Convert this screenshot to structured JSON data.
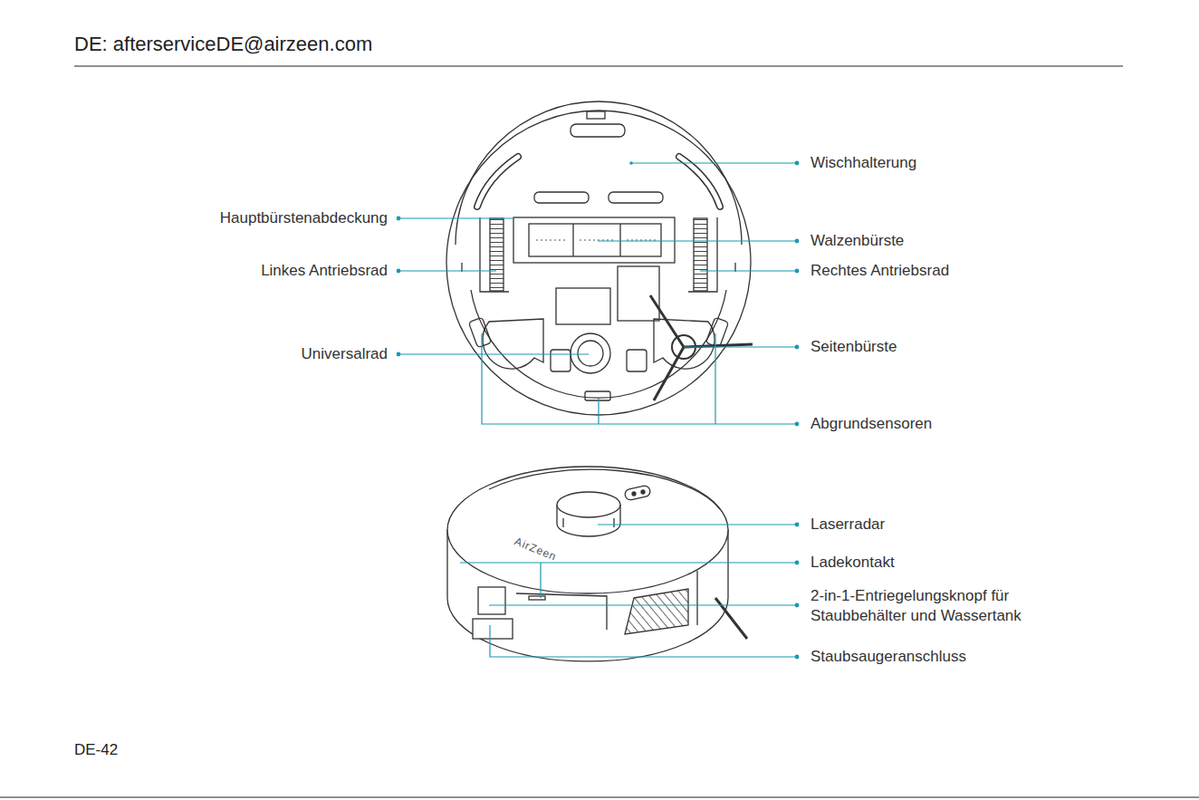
{
  "diagram": {
    "labels": [
      "DE: afterserviceDE@airzeen.com",
      "Wischhalterung",
      "Hauptbürstenabdeckung",
      "Walzenbürste",
      "Linkes Antriebsrad",
      "Rechtes Antriebsrad",
      "Universalrad",
      "Seitenbürste",
      "Abgrundsensoren",
      "Laserradar",
      "Ladekontakt",
      "2-in-1-Entriegelungsknopf für Staubbehälter und Wassertank",
      "Staubsaugeranschluss",
      "AirZeen",
      "DE-42"
    ]
  }
}
